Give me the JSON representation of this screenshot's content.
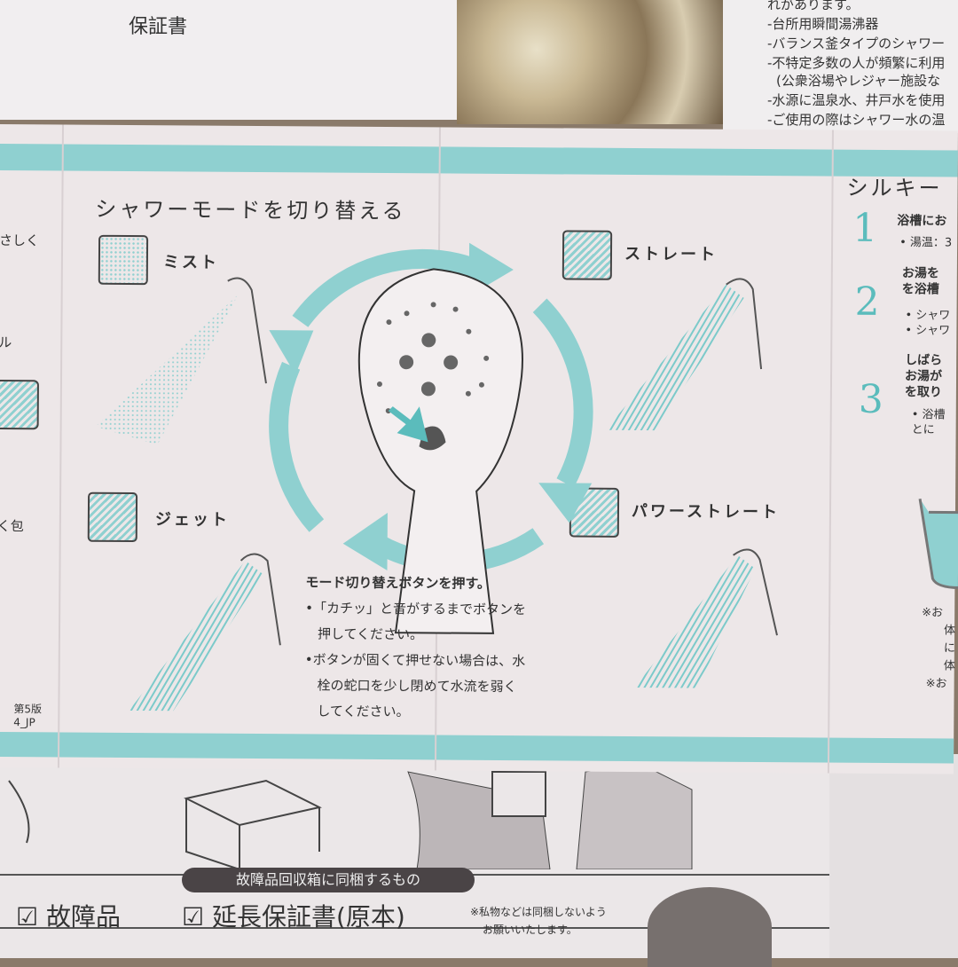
{
  "top_left_paper": {
    "title": "保証書"
  },
  "top_right_paper": {
    "lines": [
      "れがあります。",
      "-台所用瞬間湯沸器",
      "-バランス釜タイプのシャワー",
      "-不特定多数の人が頻繁に利用",
      "(公衆浴場やレジャー施設な",
      "-水源に温泉水、井戸水を使用",
      "-ご使用の際はシャワー水の温"
    ]
  },
  "left_panel": {
    "fragments": [
      "さしく",
      "ル",
      "く包"
    ],
    "edition": "第5版",
    "code": "4_JP"
  },
  "center_panel": {
    "title": "シャワーモードを切り替える",
    "modes": [
      {
        "label": "ミスト",
        "icon": "mist-icon"
      },
      {
        "label": "ストレート",
        "icon": "straight-icon"
      },
      {
        "label": "ジェット",
        "icon": "jet-icon"
      },
      {
        "label": "パワーストレート",
        "icon": "power-straight-icon"
      }
    ],
    "instruction_heading": "モード切り替えボタンを押す。",
    "instruction_lines": [
      "•「カチッ」と音がするまでボタンを",
      "  押してください。",
      "•ボタンが固くて押せない場合は、水",
      "  栓の蛇口を少し閉めて水流を弱く",
      "  してください。"
    ]
  },
  "right_panel": {
    "title": "シルキー",
    "steps": [
      {
        "number": "1",
        "lines": [
          "浴槽にお"
        ],
        "notes": [
          "• 湯温：3"
        ]
      },
      {
        "number": "2",
        "lines": [
          "お湯を",
          "を浴槽"
        ],
        "notes": [
          "• シャワ",
          "• シャワ"
        ]
      },
      {
        "number": "3",
        "lines": [
          "しばら",
          "お湯が",
          "を取り"
        ],
        "notes": [
          "• 浴槽",
          "  とに"
        ]
      }
    ],
    "footnotes": [
      "※お",
      "体",
      "に",
      "体",
      "※お"
    ]
  },
  "bottom_paper": {
    "label": "故障品回収箱に同梱するもの",
    "items": [
      "☑ 故障品",
      "☑ 延長保証書(原本)"
    ],
    "note_lines": [
      "※私物などは同梱しないよう",
      "お願いいたします。"
    ]
  },
  "colors": {
    "teal": "#8fd0d0",
    "paper": "#ede7e8",
    "pill": "#4a4446"
  }
}
